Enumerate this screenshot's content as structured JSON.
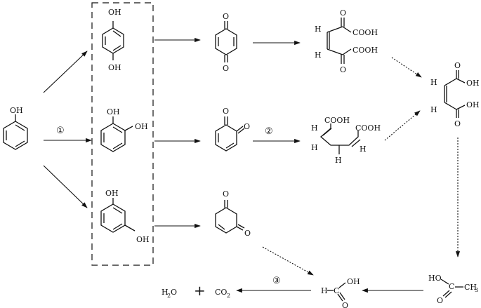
{
  "phenol": {
    "oh": "OH"
  },
  "hydroquinone": {
    "oh_top": "OH",
    "oh_bottom": "OH"
  },
  "catechol": {
    "oh_1": "OH",
    "oh_2": "OH"
  },
  "resorcinol": {
    "oh_top": "OH",
    "oh_bottom": "OH"
  },
  "p_benzoquinone": {
    "o_top": "O",
    "o_bottom": "O"
  },
  "o_benzoquinone": {
    "o_1": "O",
    "o_2": "O"
  },
  "cyclohexenedione": {
    "o_top": "O",
    "o_bottom": "O"
  },
  "dioxo_acid": {
    "h_1": "H",
    "h_2": "H",
    "cooh_1": "COOH",
    "cooh_2": "COOH",
    "o_1": "O",
    "o_2": "O"
  },
  "muconic_acid": {
    "cooh_1": "COOH",
    "cooh_2": "COOH",
    "h_1": "H",
    "h_2": "H",
    "h_3": "H",
    "h_4": "H"
  },
  "maleic_acid": {
    "h_1": "H",
    "h_2": "H",
    "o_1": "O",
    "oh_1": "OH",
    "o_2": "O",
    "oh_2": "OH"
  },
  "acetic_acid": {
    "ho": "HO",
    "c": "C",
    "ch3": "CH",
    "ch3_sub": "3",
    "o": "O"
  },
  "formic_acid": {
    "h": "H",
    "c": "C",
    "oh": "OH",
    "o": "O"
  },
  "products": {
    "h2o": "H",
    "h2o_sub": "2",
    "h2o_o": "O",
    "plus": "+",
    "co2": "CO",
    "co2_sub": "2"
  },
  "steps": {
    "step1": "①",
    "step2": "②",
    "step3": "③"
  }
}
